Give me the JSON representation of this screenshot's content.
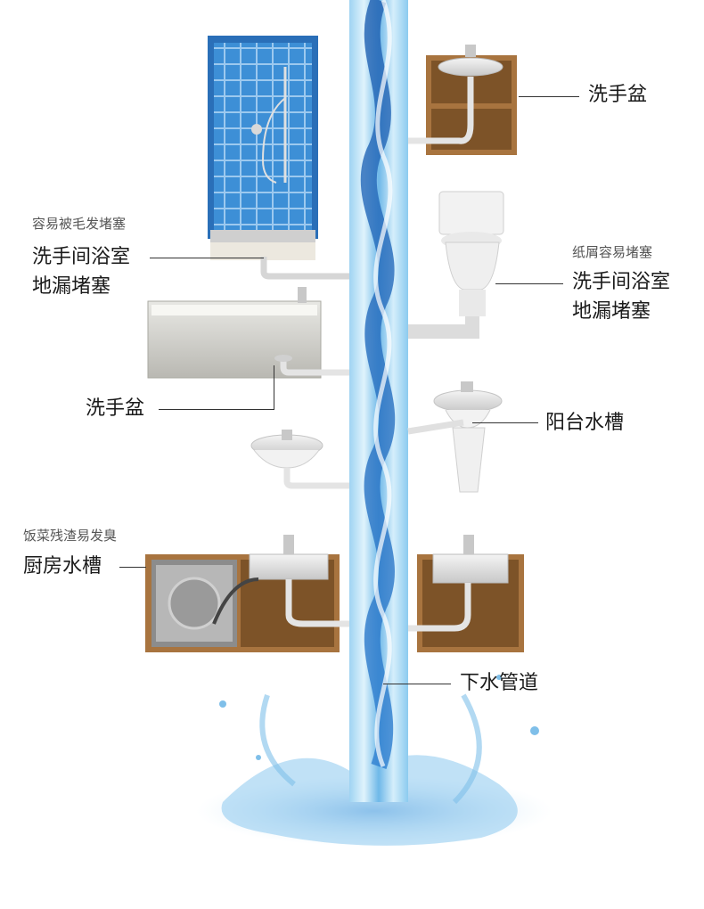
{
  "labels": {
    "top_right_sink": "洗手盆",
    "shower_note": "容易被毛发堵塞",
    "shower_line1": "洗手间浴室",
    "shower_line2": "地漏堵塞",
    "toilet_note": "纸屑容易堵塞",
    "toilet_line1": "洗手间浴室",
    "toilet_line2": "地漏堵塞",
    "bathtub_sink": "洗手盆",
    "balcony_sink": "阳台水槽",
    "kitchen_note": "饭菜残渣易发臭",
    "kitchen_sink": "厨房水槽",
    "drain_pipe": "下水管道"
  },
  "colors": {
    "pipe_water": "#2f7fd0",
    "pipe_light": "#bfe3f7",
    "cabinet_wood": "#a8743f",
    "tile_blue": "#3d8fd6"
  }
}
